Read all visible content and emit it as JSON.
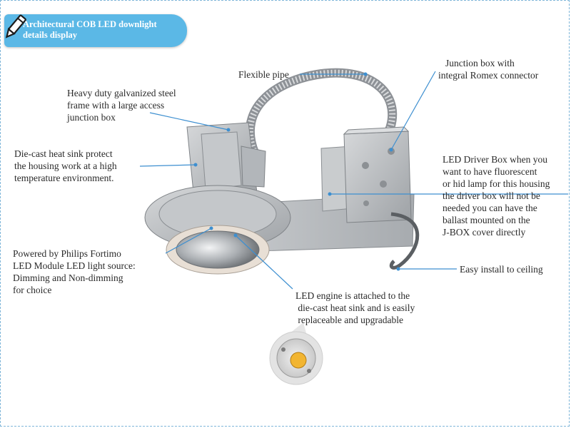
{
  "title": {
    "line1": "Architectural COB LED downlight",
    "line2": "details display",
    "icon": "pencil-icon"
  },
  "labels": {
    "flexible_pipe": "Flexible pipe",
    "junction_box": [
      "Junction box with",
      "integral Romex connector"
    ],
    "steel_frame": [
      "Heavy duty galvanized steel",
      "frame with a large access",
      "junction box"
    ],
    "heat_sink": [
      "Die-cast heat sink protect",
      "the housing work at a high",
      "temperature environment."
    ],
    "driver_box": [
      "LED Driver Box when you",
      "want to have fluorescent",
      "or hid lamp for this housing",
      "the driver box will not be",
      "needed you can have the",
      "ballast mounted on the",
      "J-BOX cover directly"
    ],
    "philips": [
      "Powered by Philips Fortimo",
      "LED Module LED light source:",
      "Dimming and Non-dimming",
      "for choice"
    ],
    "install": "Easy install to ceiling",
    "led_engine": [
      "LED engine is attached to the",
      " die-cast heat sink and is easily",
      " replaceable and upgradable"
    ]
  },
  "colors": {
    "badge": "#5bb8e6",
    "leader": "#3d8fd0",
    "metal": "#b9bcbf",
    "led_yellow": "#f2b531"
  }
}
